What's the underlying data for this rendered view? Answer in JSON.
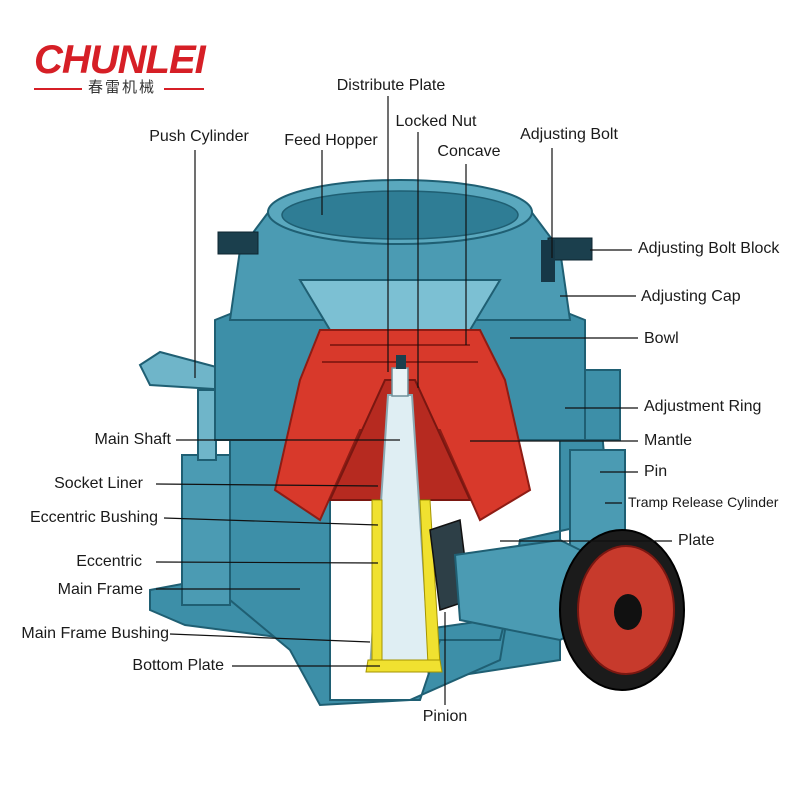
{
  "brand": {
    "name": "CHUNLEI",
    "chinese": "春雷机械"
  },
  "colors": {
    "body": "#3d8fa8",
    "body_dark": "#1f5f73",
    "body_light": "#7cc0d3",
    "liner": "#d8392b",
    "shaft": "#dfeef3",
    "bushing": "#f0e130",
    "accent": "#d61f26"
  },
  "labels": {
    "distribute_plate": "Distribute Plate",
    "locked_nut": "Locked Nut",
    "concave": "Concave",
    "adjusting_bolt": "Adjusting Bolt",
    "push_cylinder": "Push Cylinder",
    "feed_hopper": "Feed Hopper",
    "adjusting_bolt_block": "Adjusting Bolt Block",
    "adjusting_cap": "Adjusting Cap",
    "bowl": "Bowl",
    "adjustment_ring": "Adjustment Ring",
    "mantle": "Mantle",
    "pin": "Pin",
    "tramp_release_cylinder": "Tramp Release Cylinder",
    "plate": "Plate",
    "main_shaft": "Main Shaft",
    "socket_liner": "Socket Liner",
    "eccentric_bushing": "Eccentric Bushing",
    "eccentric": "Eccentric",
    "main_frame": "Main Frame",
    "main_frame_bushing": "Main Frame Bushing",
    "bottom_plate": "Bottom Plate",
    "pinion": "Pinion"
  }
}
